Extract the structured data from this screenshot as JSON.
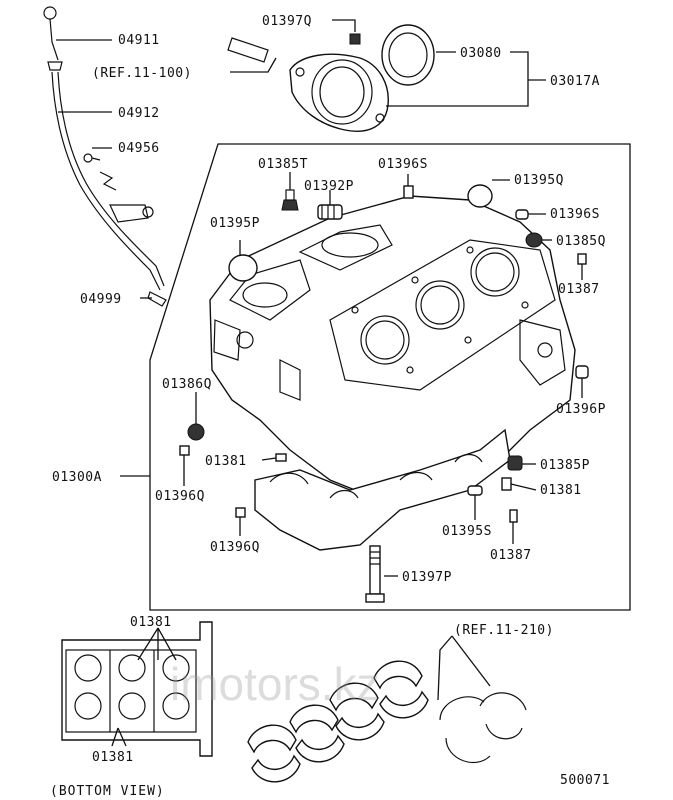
{
  "labels": {
    "p04911": "04911",
    "ref_11_100": "(REF.11-100)",
    "p04912": "04912",
    "p04956": "04956",
    "p04999": "04999",
    "p01397Q": "01397Q",
    "p03080": "03080",
    "p03017A": "03017A",
    "p01385T": "01385T",
    "p01396S_top": "01396S",
    "p01392P": "01392P",
    "p01395Q": "01395Q",
    "p01395P": "01395P",
    "p01396S_right": "01396S",
    "p01385Q": "01385Q",
    "p01387_top": "01387",
    "p01386Q": "01386Q",
    "p01396P": "01396P",
    "p01381_mid": "01381",
    "p01385P": "01385P",
    "p01300A": "01300A",
    "p01396Q_a": "01396Q",
    "p01381_right": "01381",
    "p01395S": "01395S",
    "p01396Q_b": "01396Q",
    "p01387_bottom": "01387",
    "p01397P": "01397P",
    "p01381_bv_top": "01381",
    "p01381_bv_bottom": "01381",
    "ref_11_210": "(REF.11-210)",
    "bottom_view": "(BOTTOM VIEW)",
    "diagram_code": "500071"
  },
  "watermark": "imotors.kz"
}
